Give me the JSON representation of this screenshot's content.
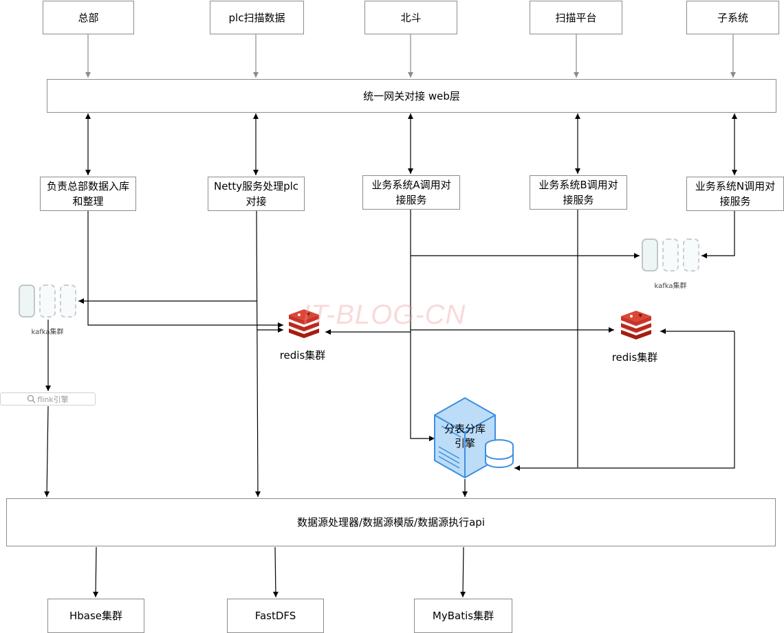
{
  "sources": [
    "总部",
    "plc扫描数据",
    "北斗",
    "扫描平台",
    "子系统"
  ],
  "gateway": "统一网关对接 web层",
  "services": [
    "负责总部数据入库\n和整理",
    "Netty服务处理plc\n对接",
    "业务系统A调用对\n接服务",
    "业务系统B调用对\n接服务",
    "业务系统N调用对\n接服务"
  ],
  "kafka_left": "kafka集群",
  "kafka_right": "kafka集群",
  "redis_left": "redis集群",
  "redis_right": "redis集群",
  "flink": "flink引擎",
  "sharding_engine": "分表分库\n引擎",
  "datasource": "数据源处理器/数据源模版/数据源执行api",
  "storage": [
    "Hbase集群",
    "FastDFS",
    "MyBatis集群"
  ],
  "watermark": "IT-BLOG-CN",
  "colors": {
    "line": "#000000",
    "source_arrow": "#8a8a8a",
    "redis": "#c8332a",
    "db_blue": "#3d8fe0",
    "db_fill": "#bcdcf7"
  }
}
